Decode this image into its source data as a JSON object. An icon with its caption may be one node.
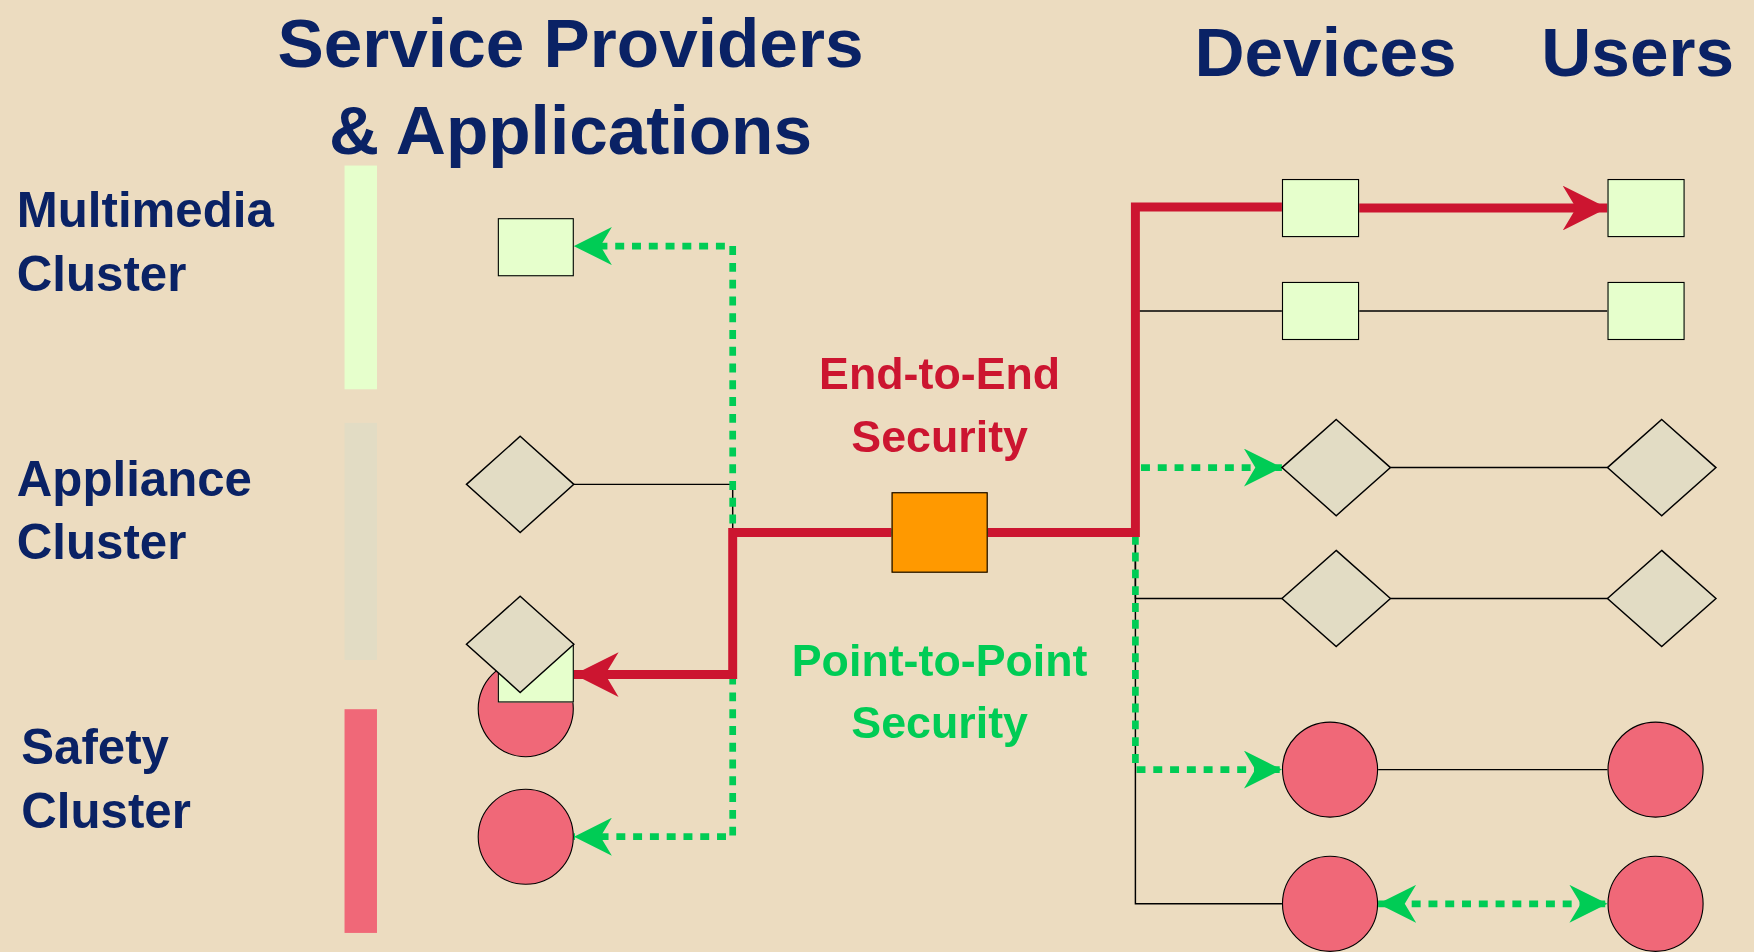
{
  "diagram": {
    "nodes": [
      {
        "text": [],
        "shape": "box"
      },
      {
        "text": [],
        "shape": "diamond"
      },
      {
        "text": [],
        "shape": "circle"
      },
      {
        "text": [],
        "shape": "box"
      },
      {
        "text": [],
        "shape": "diamond"
      },
      {
        "text": [],
        "shape": "circle"
      },
      {
        "text": [],
        "shape": "box"
      },
      {
        "text": [],
        "shape": "box"
      },
      {
        "text": [],
        "shape": "box"
      },
      {
        "text": [],
        "shape": "diamond"
      },
      {
        "text": [],
        "shape": "diamond"
      },
      {
        "text": [],
        "shape": "circle"
      },
      {
        "text": [],
        "shape": "circle"
      },
      {
        "text": [],
        "shape": "box"
      },
      {
        "text": [],
        "shape": "box"
      },
      {
        "text": [],
        "shape": "diamond"
      },
      {
        "text": [],
        "shape": "diamond"
      },
      {
        "text": [],
        "shape": "circle"
      },
      {
        "text": [],
        "shape": "circle"
      }
    ],
    "edges": [
      {
        "from": 6,
        "to": 3,
        "arrow": "to",
        "style": "thick",
        "color": "#cc1530"
      },
      {
        "from": 6,
        "to": 7,
        "arrow": "none",
        "style": "thick",
        "color": "#cc1530"
      },
      {
        "from": 7,
        "to": 13,
        "arrow": "to",
        "style": "thick",
        "color": "#cc1530"
      },
      {
        "from": 6,
        "to": 0,
        "arrow": "to",
        "style": "dashed",
        "color": "#00cc55"
      },
      {
        "from": 6,
        "to": 5,
        "arrow": "to",
        "style": "dashed",
        "color": "#00cc55"
      },
      {
        "from": 1,
        "to": 6,
        "arrow": "none"
      },
      {
        "from": 6,
        "to": 8,
        "arrow": "none"
      },
      {
        "from": 8,
        "to": 14,
        "arrow": "none"
      },
      {
        "from": 6,
        "to": 9,
        "arrow": "to",
        "style": "dashed",
        "color": "#00cc55"
      },
      {
        "from": 9,
        "to": 15,
        "arrow": "none"
      },
      {
        "from": 6,
        "to": 10,
        "arrow": "none"
      },
      {
        "from": 10,
        "to": 16,
        "arrow": "none"
      },
      {
        "from": 6,
        "to": 11,
        "arrow": "to",
        "style": "dashed",
        "color": "#00cc55"
      },
      {
        "from": 11,
        "to": 17,
        "arrow": "none"
      },
      {
        "from": 6,
        "to": 12,
        "arrow": "none"
      },
      {
        "from": 12,
        "to": 18,
        "arrow": "both",
        "style": "dashed",
        "color": "#00cc55"
      }
    ],
    "labels": [
      "Service Providers & Applications",
      "Devices",
      "Users",
      "End-to-End Security",
      "Point-to-Point Security"
    ],
    "legend": [
      {
        "text": "Multimedia Cluster",
        "color": "#e6ffcc"
      },
      {
        "text": "Appliance Cluster",
        "color": "#e2dcc4"
      },
      {
        "text": "Safety Cluster",
        "color": "#f06878"
      }
    ]
  }
}
